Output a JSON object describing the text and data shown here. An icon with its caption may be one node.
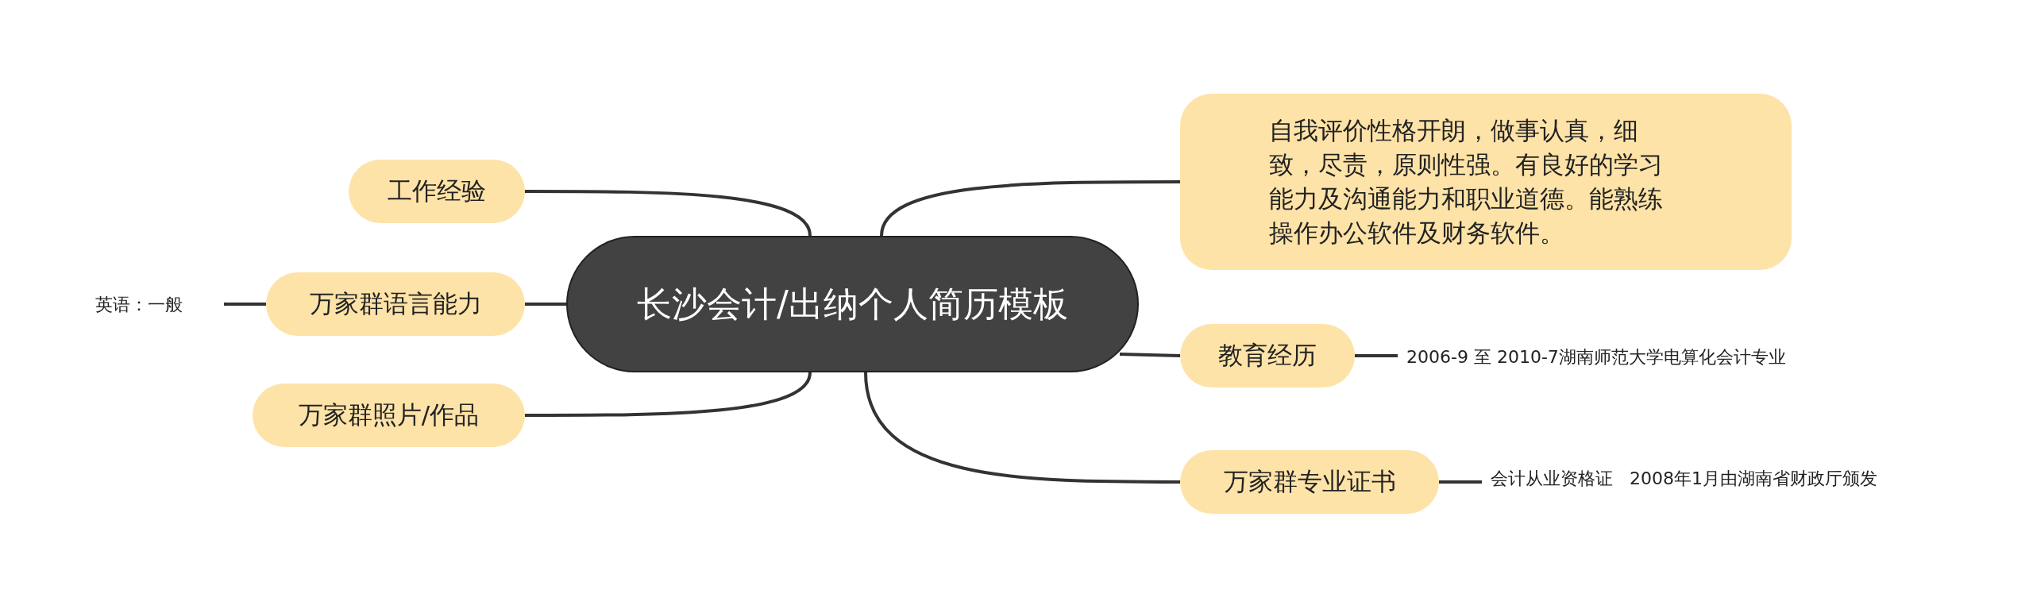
{
  "diagram": {
    "nodes": [
      {
        "text": [
          "长沙会计/出纳个人简历模板"
        ]
      },
      {
        "text": [
          "工作经验"
        ]
      },
      {
        "text": [
          "万家群语言能力"
        ]
      },
      {
        "text": [
          "英语：一般"
        ]
      },
      {
        "text": [
          "万家群照片/作品"
        ]
      },
      {
        "text": [
          "自我评价性格开朗，做事认真，细致，尽责，原则性强。有良好的学习能力及沟通能力和职业道德。能熟练操作办公软件及财务软件。"
        ]
      },
      {
        "text": [
          "教育经历"
        ]
      },
      {
        "text": [
          "2006-9 至 2010-7湖南师范大学电算化会计专业"
        ]
      },
      {
        "text": [
          "万家群专业证书"
        ]
      },
      {
        "text": [
          "会计从业资格证   2008年1月由湖南省财政厅颁发"
        ]
      }
    ],
    "edges": [
      {
        "from": 0,
        "to": 1,
        "arrow": "none"
      },
      {
        "from": 0,
        "to": 2,
        "arrow": "none"
      },
      {
        "from": 2,
        "to": 3,
        "arrow": "none"
      },
      {
        "from": 0,
        "to": 4,
        "arrow": "none"
      },
      {
        "from": 0,
        "to": 5,
        "arrow": "none"
      },
      {
        "from": 0,
        "to": 6,
        "arrow": "none"
      },
      {
        "from": 6,
        "to": 7,
        "arrow": "none"
      },
      {
        "from": 0,
        "to": 8,
        "arrow": "none"
      },
      {
        "from": 8,
        "to": 9,
        "arrow": "none"
      }
    ]
  }
}
